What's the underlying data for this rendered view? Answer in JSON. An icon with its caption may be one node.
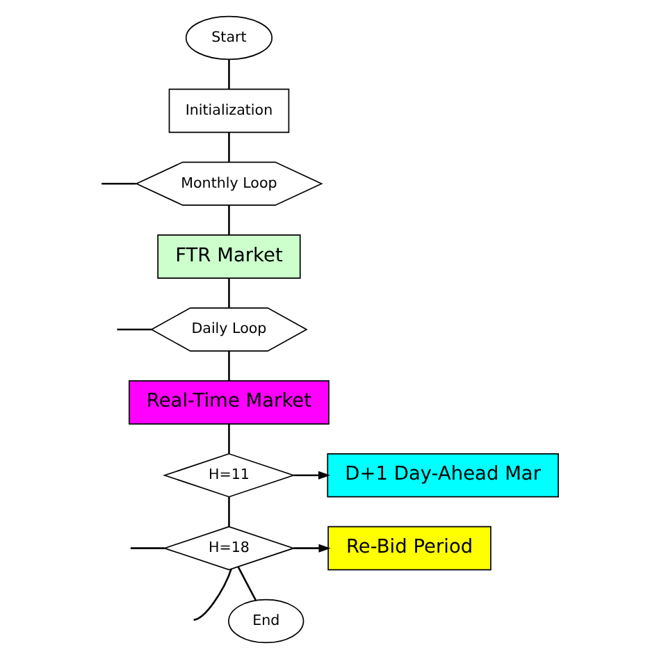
{
  "diagram": {
    "nodes": [
      {
        "text": [
          "Start"
        ]
      },
      {
        "text": [
          "Initialization"
        ]
      },
      {
        "text": [
          "Monthly Loop"
        ]
      },
      {
        "text": [
          "FTR Market"
        ]
      },
      {
        "text": [
          "Daily Loop"
        ]
      },
      {
        "text": [
          "Real-Time Market"
        ]
      },
      {
        "text": [
          "H=11"
        ]
      },
      {
        "text": [
          "D+1 Day-Ahead Mar"
        ]
      },
      {
        "text": [
          "H=18"
        ]
      },
      {
        "text": [
          "Re-Bid Period"
        ]
      },
      {
        "text": [
          "End"
        ]
      }
    ],
    "edges": [
      {
        "from": 0,
        "to": 1,
        "arrow": "none"
      },
      {
        "from": 1,
        "to": 2,
        "arrow": "none"
      },
      {
        "from": 2,
        "to": 3,
        "arrow": "none"
      },
      {
        "from": 3,
        "to": 4,
        "arrow": "none"
      },
      {
        "from": 4,
        "to": 5,
        "arrow": "none"
      },
      {
        "from": 5,
        "to": 6,
        "arrow": "none"
      },
      {
        "from": 6,
        "to": 7,
        "arrow": "to"
      },
      {
        "from": 6,
        "to": 8,
        "arrow": "none"
      },
      {
        "from": 8,
        "to": 9,
        "arrow": "to"
      },
      {
        "from": 8,
        "to": 10,
        "arrow": "none"
      },
      {
        "from": 2,
        "to": null,
        "arrow": "none"
      },
      {
        "from": 4,
        "to": null,
        "arrow": "none"
      },
      {
        "from": 8,
        "to": null,
        "arrow": "none"
      },
      {
        "from": 8,
        "to": null,
        "arrow": "none"
      }
    ]
  }
}
